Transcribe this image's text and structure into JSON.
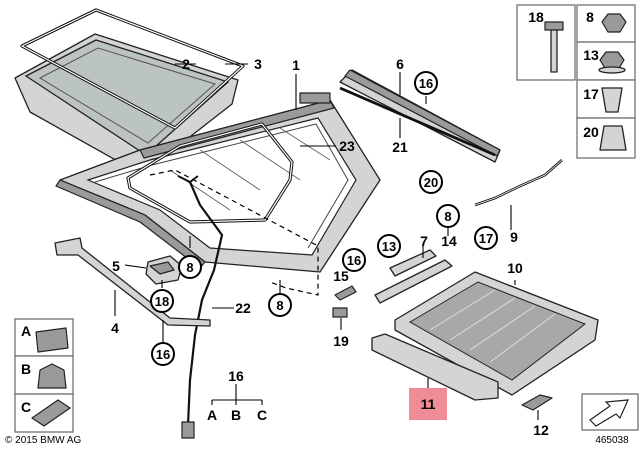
{
  "callouts": {
    "c1": "1",
    "c2": "2",
    "c3": "3",
    "c4": "4",
    "c5": "5",
    "c6": "6",
    "c7": "7",
    "c8a": "8",
    "c8b": "8",
    "c8c": "8",
    "c9": "9",
    "c10": "10",
    "c11": "11",
    "c12": "12",
    "c13": "13",
    "c14": "14",
    "c15": "15",
    "c16a": "16",
    "c16b": "16",
    "c16c": "16",
    "c16d": "16",
    "c17": "17",
    "c18": "18",
    "c19": "19",
    "c20": "20",
    "c21": "21",
    "c22": "22",
    "c23": "23"
  },
  "legend_right": {
    "i18": "18",
    "i8": "8",
    "i13": "13",
    "i17": "17",
    "i20": "20"
  },
  "legend_left": {
    "a": "A",
    "b": "B",
    "c": "C"
  },
  "group16": {
    "number": "16",
    "a": "A",
    "b": "B",
    "c": "C"
  },
  "highlight_color": "#f08c95",
  "footer": {
    "copyright": "© 2015 BMW AG",
    "diagram_id": "465038"
  }
}
